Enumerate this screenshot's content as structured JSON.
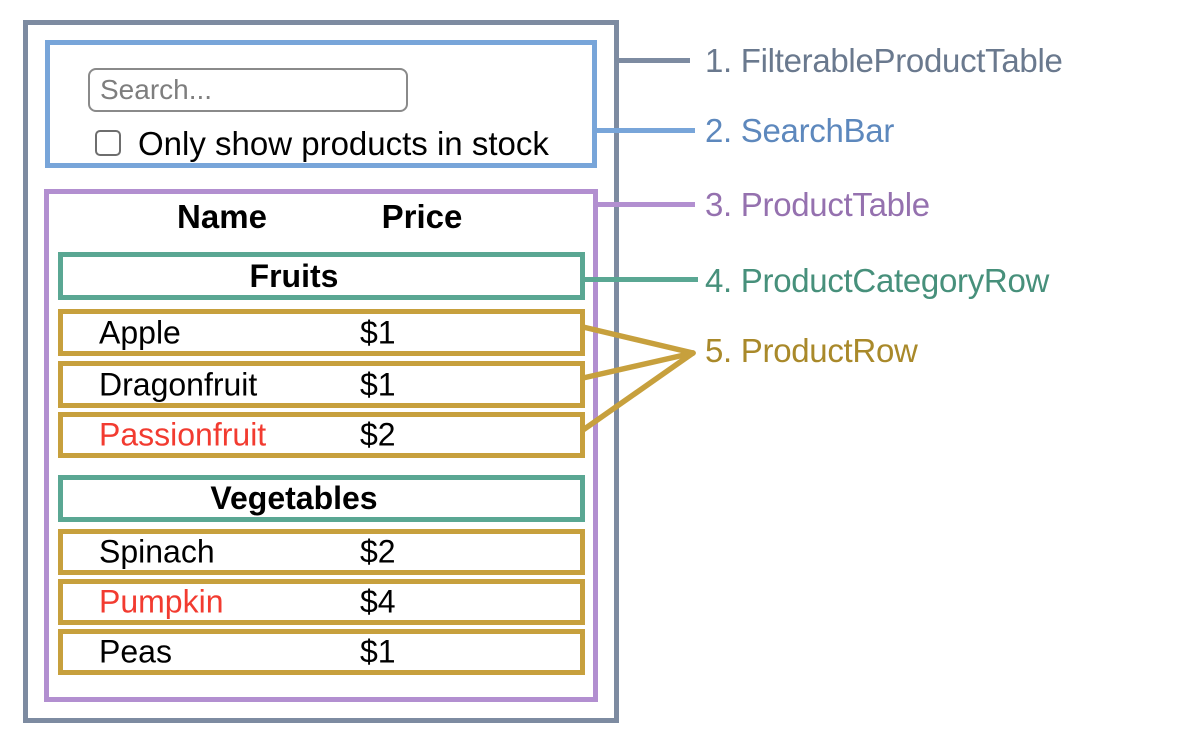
{
  "annotations": {
    "labels": [
      {
        "text": "1. FilterableProductTable",
        "color": "#6a798e"
      },
      {
        "text": "2. SearchBar",
        "color": "#5d88bd"
      },
      {
        "text": "3. ProductTable",
        "color": "#9571af"
      },
      {
        "text": "4. ProductCategoryRow",
        "color": "#47907b"
      },
      {
        "text": "5. ProductRow",
        "color": "#a9892a"
      }
    ]
  },
  "search_bar": {
    "placeholder": "Search...",
    "checkbox_label": "Only show products in stock",
    "checkbox_checked": false
  },
  "product_table": {
    "headers": {
      "name": "Name",
      "price": "Price"
    },
    "sections": [
      {
        "category": "Fruits",
        "rows": [
          {
            "name": "Apple",
            "price": "$1",
            "in_stock": true
          },
          {
            "name": "Dragonfruit",
            "price": "$1",
            "in_stock": true
          },
          {
            "name": "Passionfruit",
            "price": "$2",
            "in_stock": false
          }
        ]
      },
      {
        "category": "Vegetables",
        "rows": [
          {
            "name": "Spinach",
            "price": "$2",
            "in_stock": true
          },
          {
            "name": "Pumpkin",
            "price": "$4",
            "in_stock": false
          },
          {
            "name": "Peas",
            "price": "$1",
            "in_stock": true
          }
        ]
      }
    ]
  },
  "colors": {
    "filterable_product_table": "#7d8ba1",
    "search_bar": "#78a5d9",
    "product_table": "#b28fd0",
    "product_category_row": "#5aa793",
    "product_row": "#c7a03d",
    "out_of_stock_text": "#f23b30"
  }
}
